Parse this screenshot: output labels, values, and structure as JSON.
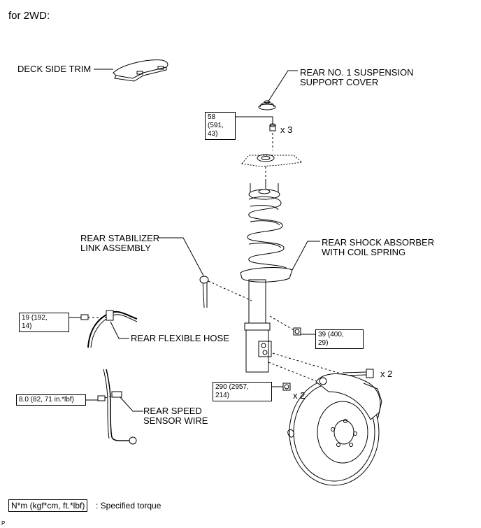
{
  "title": "for 2WD:",
  "labels": {
    "deck_side_trim": "DECK SIDE TRIM",
    "support_cover": "REAR NO. 1 SUSPENSION\nSUPPORT COVER",
    "stabilizer_link": "REAR STABILIZER\nLINK ASSEMBLY",
    "shock_absorber": "REAR SHOCK ABSORBER\nWITH COIL SPRING",
    "flexible_hose": "REAR FLEXIBLE HOSE",
    "speed_sensor_wire": "REAR SPEED\nSENSOR WIRE"
  },
  "torques": {
    "support_nut": "58 (591,\n43)",
    "hose_bolt": "19 (192,\n14)",
    "stabilizer_nut": "39 (400,\n29)",
    "lower_nut": "290 (2957,\n214)",
    "sensor_bolt": "8.0 (82, 71 in.*lbf)"
  },
  "quantities": {
    "support_nuts": "x 3",
    "lower_bolts": "x 2",
    "lower_nuts": "x 2"
  },
  "legend": {
    "box": "N*m (kgf*cm, ft.*lbf)",
    "text": ": Specified torque"
  },
  "corner_mark": "P"
}
